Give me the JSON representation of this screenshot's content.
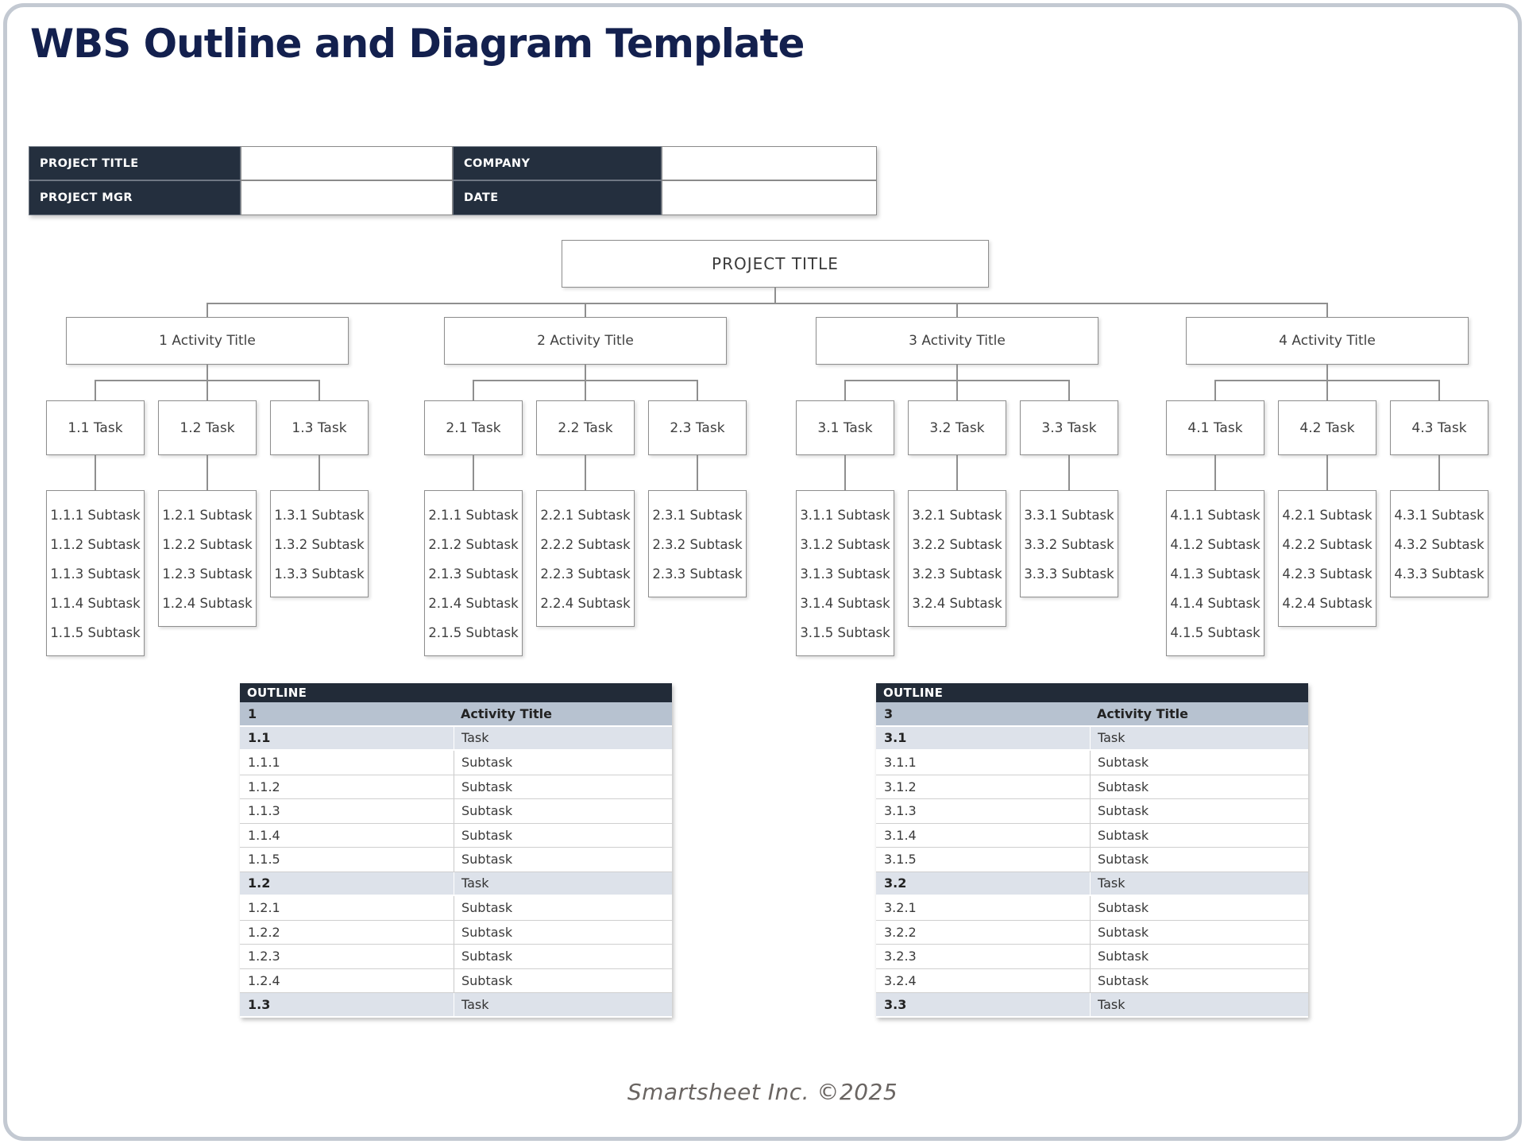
{
  "title": "WBS Outline and Diagram Template",
  "info_table": {
    "fields": [
      {
        "label": "PROJECT TITLE",
        "value": ""
      },
      {
        "label": "COMPANY",
        "value": ""
      },
      {
        "label": "PROJECT MGR",
        "value": ""
      },
      {
        "label": "DATE",
        "value": ""
      }
    ]
  },
  "diagram": {
    "root": "PROJECT TITLE",
    "groups": [
      {
        "title": "1 Activity Title",
        "tasks": [
          {
            "label": "1.1 Task",
            "subtasks": [
              "1.1.1 Subtask",
              "1.1.2 Subtask",
              "1.1.3 Subtask",
              "1.1.4 Subtask",
              "1.1.5 Subtask"
            ]
          },
          {
            "label": "1.2 Task",
            "subtasks": [
              "1.2.1 Subtask",
              "1.2.2 Subtask",
              "1.2.3 Subtask",
              "1.2.4 Subtask"
            ]
          },
          {
            "label": "1.3 Task",
            "subtasks": [
              "1.3.1 Subtask",
              "1.3.2 Subtask",
              "1.3.3 Subtask"
            ]
          }
        ]
      },
      {
        "title": "2 Activity Title",
        "tasks": [
          {
            "label": "2.1 Task",
            "subtasks": [
              "2.1.1 Subtask",
              "2.1.2 Subtask",
              "2.1.3 Subtask",
              "2.1.4 Subtask",
              "2.1.5 Subtask"
            ]
          },
          {
            "label": "2.2 Task",
            "subtasks": [
              "2.2.1 Subtask",
              "2.2.2 Subtask",
              "2.2.3 Subtask",
              "2.2.4 Subtask"
            ]
          },
          {
            "label": "2.3 Task",
            "subtasks": [
              "2.3.1 Subtask",
              "2.3.2 Subtask",
              "2.3.3 Subtask"
            ]
          }
        ]
      },
      {
        "title": "3 Activity Title",
        "tasks": [
          {
            "label": "3.1 Task",
            "subtasks": [
              "3.1.1 Subtask",
              "3.1.2 Subtask",
              "3.1.3 Subtask",
              "3.1.4 Subtask",
              "3.1.5 Subtask"
            ]
          },
          {
            "label": "3.2 Task",
            "subtasks": [
              "3.2.1 Subtask",
              "3.2.2 Subtask",
              "3.2.3 Subtask",
              "3.2.4 Subtask"
            ]
          },
          {
            "label": "3.3 Task",
            "subtasks": [
              "3.3.1 Subtask",
              "3.3.2 Subtask",
              "3.3.3 Subtask"
            ]
          }
        ]
      },
      {
        "title": "4 Activity Title",
        "tasks": [
          {
            "label": "4.1 Task",
            "subtasks": [
              "4.1.1 Subtask",
              "4.1.2 Subtask",
              "4.1.3 Subtask",
              "4.1.4 Subtask",
              "4.1.5 Subtask"
            ]
          },
          {
            "label": "4.2 Task",
            "subtasks": [
              "4.2.1 Subtask",
              "4.2.2 Subtask",
              "4.2.3 Subtask",
              "4.2.4 Subtask"
            ]
          },
          {
            "label": "4.3 Task",
            "subtasks": [
              "4.3.1 Subtask",
              "4.3.2 Subtask",
              "4.3.3 Subtask"
            ]
          }
        ]
      }
    ]
  },
  "outline_tables": [
    {
      "header": "OUTLINE",
      "rows": [
        {
          "num": "1",
          "label": "Activity Title"
        },
        {
          "num": "1.1",
          "label": "Task"
        },
        {
          "num": "1.1.1",
          "label": "Subtask"
        },
        {
          "num": "1.1.2",
          "label": "Subtask"
        },
        {
          "num": "1.1.3",
          "label": "Subtask"
        },
        {
          "num": "1.1.4",
          "label": "Subtask"
        },
        {
          "num": "1.1.5",
          "label": "Subtask"
        },
        {
          "num": "1.2",
          "label": "Task"
        },
        {
          "num": "1.2.1",
          "label": "Subtask"
        },
        {
          "num": "1.2.2",
          "label": "Subtask"
        },
        {
          "num": "1.2.3",
          "label": "Subtask"
        },
        {
          "num": "1.2.4",
          "label": "Subtask"
        },
        {
          "num": "1.3",
          "label": "Task"
        }
      ]
    },
    {
      "header": "OUTLINE",
      "rows": [
        {
          "num": "3",
          "label": "Activity Title"
        },
        {
          "num": "3.1",
          "label": "Task"
        },
        {
          "num": "3.1.1",
          "label": "Subtask"
        },
        {
          "num": "3.1.2",
          "label": "Subtask"
        },
        {
          "num": "3.1.3",
          "label": "Subtask"
        },
        {
          "num": "3.1.4",
          "label": "Subtask"
        },
        {
          "num": "3.1.5",
          "label": "Subtask"
        },
        {
          "num": "3.2",
          "label": "Task"
        },
        {
          "num": "3.2.1",
          "label": "Subtask"
        },
        {
          "num": "3.2.2",
          "label": "Subtask"
        },
        {
          "num": "3.2.3",
          "label": "Subtask"
        },
        {
          "num": "3.2.4",
          "label": "Subtask"
        },
        {
          "num": "3.3",
          "label": "Task"
        }
      ]
    }
  ],
  "footer": "Smartsheet Inc. ©2025",
  "colors": {
    "navy": "#13204e",
    "dark": "#242f3e",
    "header_dark": "#222b38",
    "lvl1": "#b7c2d0",
    "lvl2": "#dde2ea",
    "frame": "#c3c9d2",
    "connector": "#8f8f8f"
  }
}
